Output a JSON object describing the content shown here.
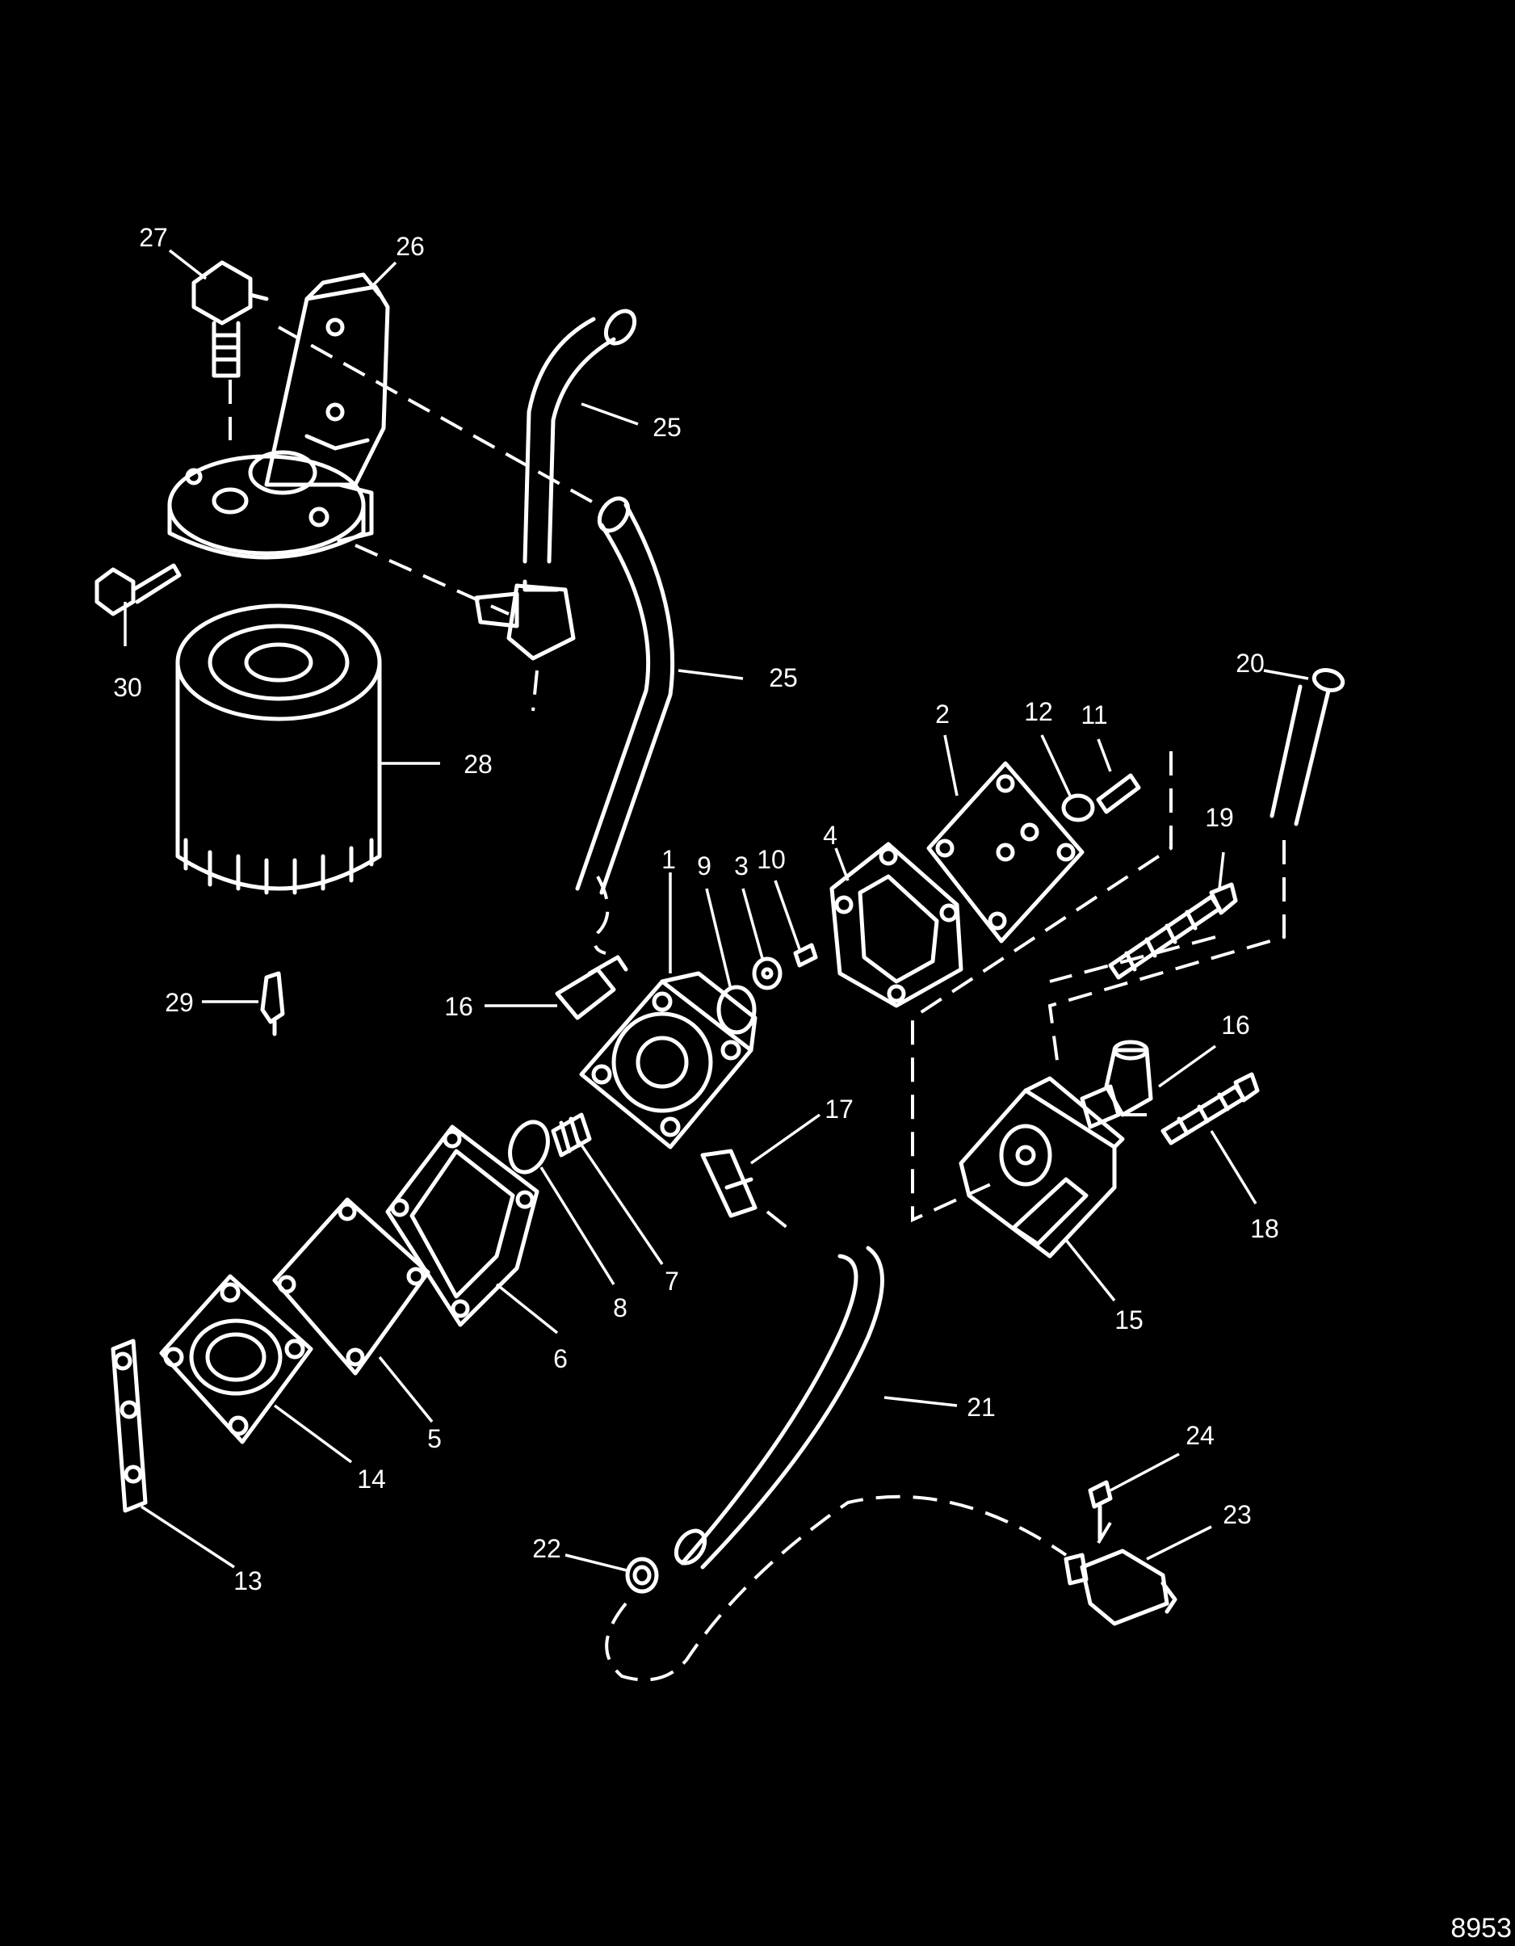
{
  "diagram": {
    "drawing_number": "8953",
    "callouts": [
      "1",
      "2",
      "3",
      "4",
      "5",
      "6",
      "7",
      "8",
      "9",
      "10",
      "11",
      "12",
      "13",
      "14",
      "15",
      "16",
      "16",
      "17",
      "18",
      "19",
      "20",
      "21",
      "22",
      "23",
      "24",
      "25",
      "25",
      "26",
      "27",
      "28",
      "29",
      "30"
    ]
  },
  "colors": {
    "background": "#000000",
    "line_art": "#ffffff"
  }
}
